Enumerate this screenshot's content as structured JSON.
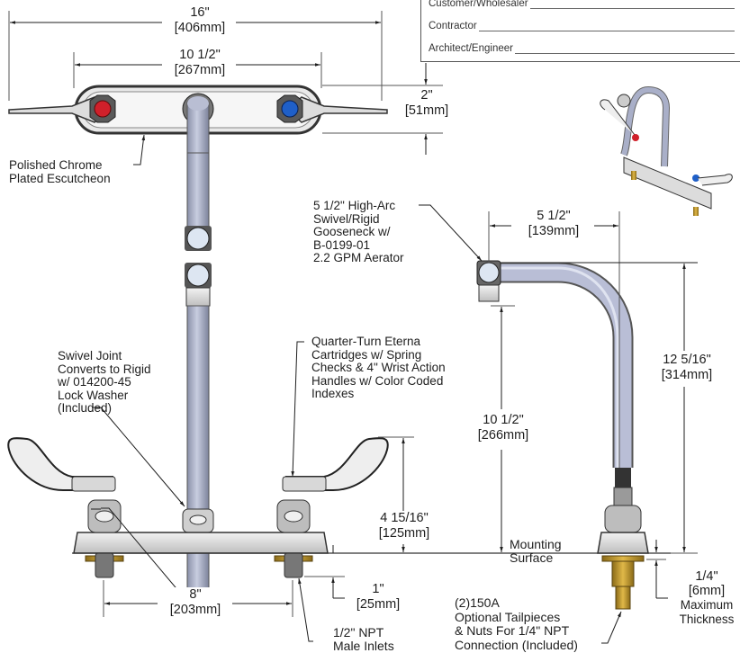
{
  "form": {
    "fields": [
      {
        "label": "Customer/Wholesaler"
      },
      {
        "label": "Contractor"
      },
      {
        "label": "Architect/Engineer"
      }
    ]
  },
  "dimensions": {
    "overall_width": {
      "in": "16\"",
      "mm": "[406mm]"
    },
    "center_width": {
      "in": "10 1/2\"",
      "mm": "[267mm]"
    },
    "escutcheon_depth": {
      "in": "2\"",
      "mm": "[51mm]"
    },
    "spout_reach": {
      "in": "5 1/2\"",
      "mm": "[139mm]"
    },
    "spout_height": {
      "in": "12 5/16\"",
      "mm": "[314mm]"
    },
    "outlet_height": {
      "in": "10 1/2\"",
      "mm": "[266mm]"
    },
    "handle_height": {
      "in": "4 15/16\"",
      "mm": "[125mm]"
    },
    "centers": {
      "in": "8\"",
      "mm": "[203mm]"
    },
    "shank_length": {
      "in": "1\"",
      "mm": "[25mm]"
    },
    "max_thickness": {
      "in": "1/4\"",
      "mm": "[6mm]",
      "note": "Maximum\nThickness"
    }
  },
  "callouts": {
    "escutcheon": "Polished Chrome\nPlated Escutcheon",
    "gooseneck": "5 1/2\" High-Arc\nSwivel/Rigid\nGooseneck w/\nB-0199-01\n2.2 GPM Aerator",
    "swivel_joint": "Swivel Joint\nConverts to Rigid\nw/ 014200-45\nLock Washer\n(Included)",
    "cartridges": "Quarter-Turn Eterna\nCartridges w/ Spring\nChecks & 4\" Wrist Action\nHandles w/ Color Coded\nIndexes",
    "mounting_surface": "Mounting\nSurface",
    "inlets": "1/2\" NPT\nMale Inlets",
    "tailpieces": "(2)150A\nOptional Tailpieces\n& Nuts For 1/4\" NPT\nConnection (Included)"
  },
  "colors": {
    "hot_index": "#d0202a",
    "cold_index": "#1f5fc8",
    "chrome": "#c9ccd3",
    "spout": "#a9afc8",
    "brass": "#c8a23a",
    "line": "#1e1e1e"
  }
}
